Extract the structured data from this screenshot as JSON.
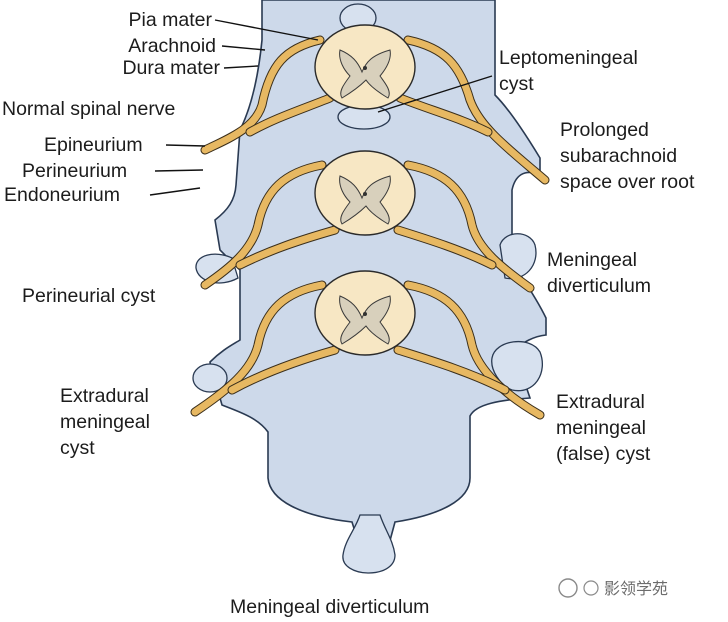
{
  "labels": {
    "pia_mater": "Pia mater",
    "arachnoid": "Arachnoid",
    "dura_mater": "Dura mater",
    "normal_spinal_nerve": "Normal spinal nerve",
    "epineurium": "Epineurium",
    "perineurium": "Perineurium",
    "endoneurium": "Endoneurium",
    "perineurial_cyst": "Perineurial cyst",
    "extradural_meningeal_cyst": [
      "Extradural",
      "meningeal",
      "cyst"
    ],
    "leptomeningeal_cyst": [
      "Leptomeningeal",
      "cyst"
    ],
    "prolonged_subarachnoid": [
      "Prolonged",
      "subarachnoid",
      "space over root"
    ],
    "meningeal_diverticulum_right": [
      "Meningeal",
      "diverticulum"
    ],
    "extradural_false_cyst": [
      "Extradural",
      "meningeal",
      "(false) cyst"
    ],
    "meningeal_diverticulum_bottom": "Meningeal diverticulum"
  },
  "watermark": "影领学苑",
  "colors": {
    "dura_fill": "#cdd9ea",
    "outline": "#2a3a52",
    "spinal_cord": "#f7e7c4",
    "nerve_root": "#e7b862",
    "grey_matter": "#d8d0bc"
  }
}
